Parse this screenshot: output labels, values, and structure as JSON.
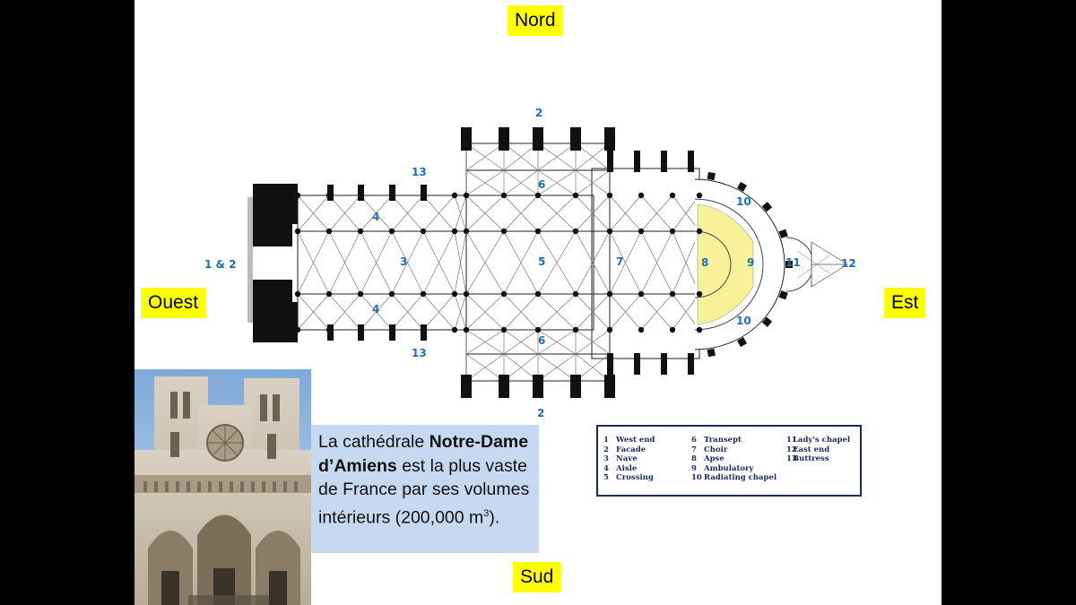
{
  "directions": {
    "north": "Nord",
    "south": "Sud",
    "west": "Ouest",
    "east": "Est"
  },
  "plan_labels": {
    "west_end_label": "1 & 2",
    "nave": "3",
    "aisle_north": "4",
    "aisle_south": "4",
    "crossing": "5",
    "transept_north": "6",
    "transept_south": "6",
    "choir": "7",
    "apse": "8",
    "ambulatory": "9",
    "radiating_north": "10",
    "radiating_south": "10",
    "ladys_chapel": "11",
    "east_end": "12",
    "buttress_north": "13",
    "buttress_south": "13",
    "facade_north": "2",
    "facade_south": "2"
  },
  "caption": {
    "part1": "La cathédrale ",
    "bold": "Notre-Dame d’Amiens",
    "part2": " est la plus vaste de France par ses volumes intérieurs (200,000 m",
    "sup": "3",
    "part3": ")."
  },
  "legend": {
    "col1": [
      {
        "n": "1",
        "label": "West end"
      },
      {
        "n": "2",
        "label": "Facade"
      },
      {
        "n": "3",
        "label": "Nave"
      },
      {
        "n": "4",
        "label": "Aisle"
      },
      {
        "n": "5",
        "label": "Crossing"
      }
    ],
    "col2": [
      {
        "n": "6",
        "label": "Transept"
      },
      {
        "n": "7",
        "label": "Choir"
      },
      {
        "n": "8",
        "label": "Apse"
      },
      {
        "n": "9",
        "label": "Ambulatory"
      },
      {
        "n": "10",
        "label": "Radiating chapel"
      }
    ],
    "col3": [
      {
        "n": "11",
        "label": "Lady's chapel"
      },
      {
        "n": "12",
        "label": "East end"
      },
      {
        "n": "13",
        "label": "Buttress"
      }
    ]
  },
  "colors": {
    "label_blue": "#1f6fb5",
    "highlight_yellow": "#ffff00",
    "caption_bg": "#c6d9f1",
    "legend_border": "#1b2a5e",
    "chapel_yellow": "#f7f19a"
  }
}
